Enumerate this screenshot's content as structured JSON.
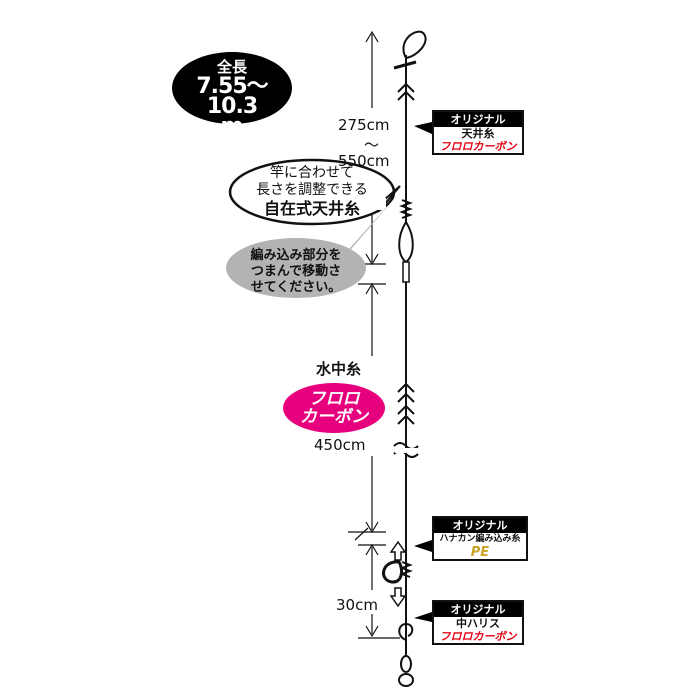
{
  "total": {
    "label": "全長",
    "value": "7.55〜10.3",
    "unit": "m"
  },
  "upper": {
    "min": "275cm",
    "tilde": "〜",
    "max": "550cm"
  },
  "bubble1": {
    "line1": "竿に合わせて",
    "line2": "長さを調整できる",
    "bold": "自在式天井糸"
  },
  "bubble2": {
    "line1": "編み込み部分を",
    "line2": "つまんで移動さ",
    "line3": "せてください。"
  },
  "tag1": {
    "head": "オリジナル",
    "line2": "天井糸",
    "red": "フロロカーボン"
  },
  "middle": {
    "title": "水中糸",
    "oval_line1": "フロロ",
    "oval_line2": "カーボン",
    "length": "450cm"
  },
  "tag2": {
    "head": "オリジナル",
    "line2": "ハナカン編み込み糸",
    "accent": "PE"
  },
  "tag3": {
    "head": "オリジナル",
    "line2": "中ハリス",
    "red": "フロロカーボン"
  },
  "lower": {
    "length": "30cm"
  },
  "colors": {
    "pink": "#e6007e",
    "red": "#e60012",
    "gold": "#c9a227",
    "gray": "#b3b3b3"
  }
}
